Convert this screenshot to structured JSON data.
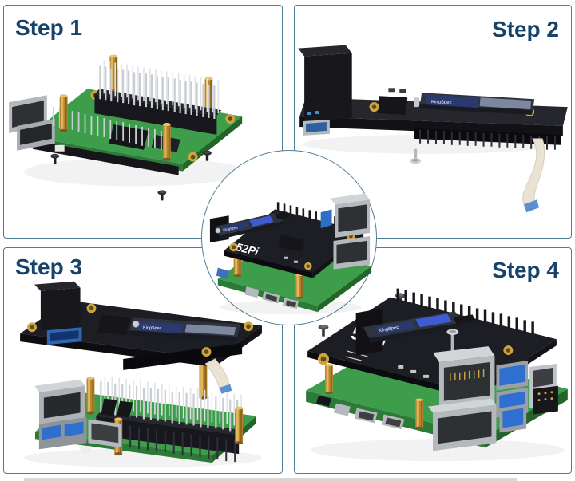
{
  "theme": {
    "background": "#ffffff",
    "panel_border": "#4f7d95",
    "step_label_color": "#17436b",
    "pcb_green": "#3e9d4b",
    "pcb_green_dark": "#2c7a37",
    "hat_black": "#1d1d24",
    "brass": "#c2973c",
    "usb_blue": "#2e6fd0",
    "ribbon_cream": "#eae3d4",
    "ssd_label_blue": "#2a3a6e",
    "bottom_edge_gray": "#d8d8d8"
  },
  "steps": [
    {
      "label": "Step 1"
    },
    {
      "label": "Step 2"
    },
    {
      "label": "Step 3"
    },
    {
      "label": "Step 4"
    }
  ],
  "product_text": {
    "hat_logo": "52Pi",
    "ssd_brand": "KingSpec"
  }
}
